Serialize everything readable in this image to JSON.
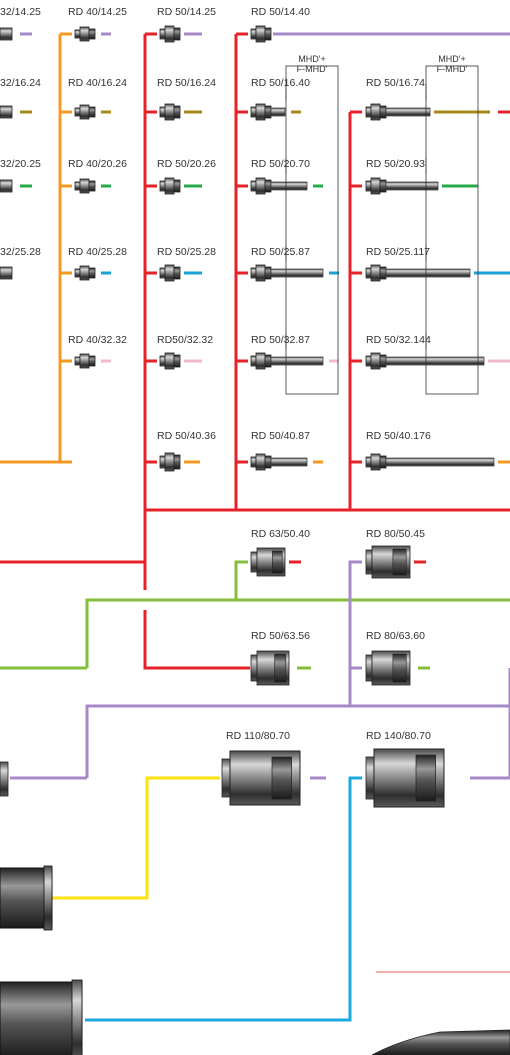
{
  "colors": {
    "purple": "#a58ac7",
    "olive": "#a68a16",
    "green": "#26a94a",
    "blue": "#1aa3d8",
    "pink": "#f1b9cf",
    "orange": "#f39a24",
    "red": "#e52228",
    "lime": "#84be3a",
    "yellow": "#fde20c",
    "cyan": "#1ba8df"
  },
  "labels": {
    "c0_14": "32/14.25",
    "c0_16": "32/16.24",
    "c0_20": "32/20.25",
    "c0_25": "32/25.28",
    "c1_14": "RD 40/14.25",
    "c1_16": "RD 40/16.24",
    "c1_20": "RD 40/20.26",
    "c1_25": "RD 40/25.28",
    "c1_32": "RD 40/32.32",
    "c2_14": "RD 50/14.25",
    "c2_16": "RD 50/16.24",
    "c2_20": "RD 50/20.26",
    "c2_25": "RD 50/25.28",
    "c2_32": "RD50/32.32",
    "c2_40": "RD 50/40.36",
    "c3_14": "RD 50/14.40",
    "c3_16": "RD 50/16.40",
    "c3_20": "RD 50/20.70",
    "c3_25": "RD 50/25.87",
    "c3_32": "RD 50/32.87",
    "c3_40": "RD 50/40.87",
    "c4_16": "RD 50/16.74",
    "c4_20": "RD 50/20.93",
    "c4_25": "RD 50/25.117",
    "c4_32": "RD 50/32.144",
    "c4_40": "RD 50/40.176",
    "r63_50": "RD 63/50.40",
    "r80_50": "RD 80/50.45",
    "r50_63": "RD 50/63.56",
    "r80_63": "RD 80/63.60",
    "r110": "RD 110/80.70",
    "r140": "RD 140/80.70"
  },
  "mhd": {
    "line1": "MHD'+",
    "line2": "F-MHD'"
  }
}
